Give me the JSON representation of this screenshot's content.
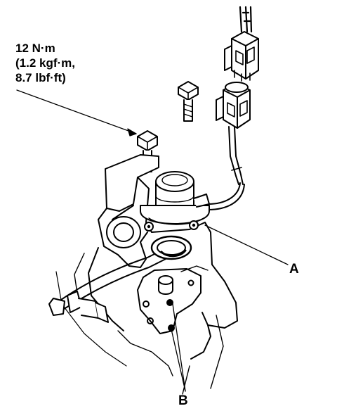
{
  "torque_spec": {
    "line1": "12 N·m",
    "line2": "(1.2 kgf·m,",
    "line3": "8.7 lbf·ft)"
  },
  "callouts": {
    "a": "A",
    "b": "B"
  },
  "colors": {
    "ink": "#000000",
    "paper": "#ffffff"
  }
}
